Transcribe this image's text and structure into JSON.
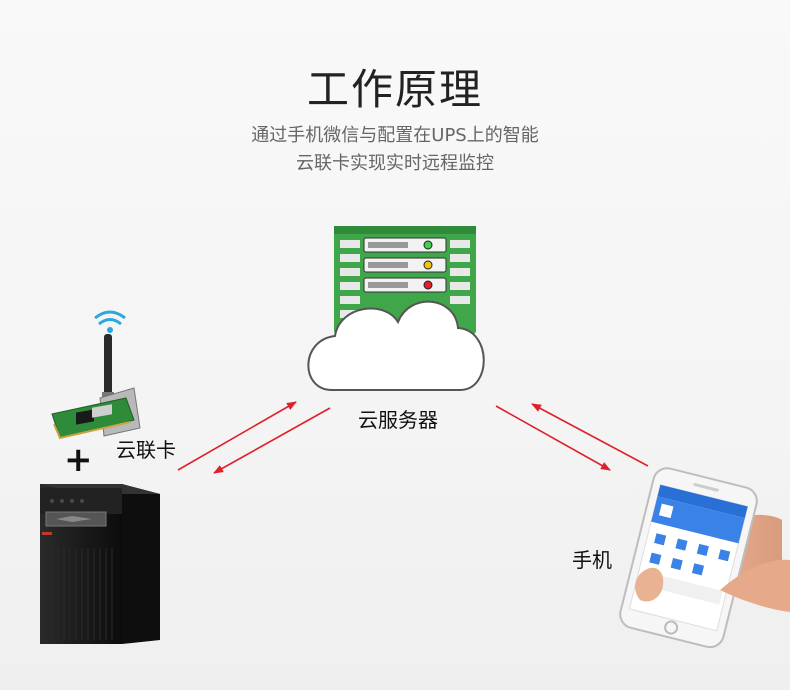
{
  "header": {
    "title": "工作原理",
    "subtitle_line1": "通过手机微信与配置在UPS上的智能",
    "subtitle_line2": "云联卡实现实时远程监控"
  },
  "nodes": {
    "server_label": "云服务器",
    "card_label": "云联卡",
    "phone_label": "手机",
    "plus_sign": "+"
  },
  "colors": {
    "arrow": "#e0202a",
    "server_green": "#3fa64a",
    "ups_body": "#1c1c1c"
  }
}
